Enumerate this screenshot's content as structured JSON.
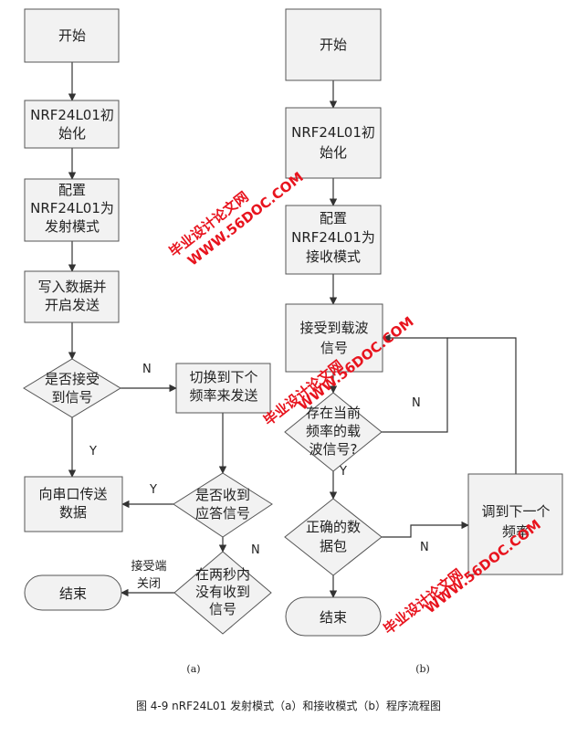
{
  "diagram_a": {
    "start": "开始",
    "init": [
      "NRF24L01初",
      "始化"
    ],
    "config": [
      "配置",
      "NRF24L01为",
      "发射模式"
    ],
    "write": [
      "写入数据并",
      "开启发送"
    ],
    "decision_received": [
      "是否接受",
      "到信号"
    ],
    "switch": [
      "切换到下个",
      "频率来发送"
    ],
    "serial": [
      "向串口传送",
      "数据"
    ],
    "decision_ack": [
      "是否收到",
      "应答信号"
    ],
    "decision_timeout": [
      "在两秒内",
      "没有收到",
      "信号"
    ],
    "end": "结束",
    "label_n1": "N",
    "label_y1": "Y",
    "label_y2": "Y",
    "label_n2": "N",
    "receiver_closed": [
      "接受端",
      "关闭"
    ],
    "sublabel": "(a)"
  },
  "diagram_b": {
    "start": "开始",
    "init": [
      "NRF24L01初",
      "始化"
    ],
    "config": [
      "配置",
      "NRF24L01为",
      "接收模式"
    ],
    "receive": [
      "接受到载波",
      "信号"
    ],
    "decision_carrier": [
      "存在当前",
      "频率的载",
      "波信号?"
    ],
    "decision_packet": [
      "正确的数",
      "据包"
    ],
    "tune": [
      "调到下一个",
      "频率"
    ],
    "end": "结束",
    "label_n1": "N",
    "label_y": "Y",
    "label_n2": "N",
    "sublabel": "(b)"
  },
  "caption": "图 4-9 nRF24L01 发射模式（a）和接收模式（b）程序流程图",
  "watermark": {
    "line1": "毕业设计论文网",
    "line2": "WWW.56DOC.COM",
    "color": "#e8141e"
  },
  "colors": {
    "box_fill": "#f2f2f2",
    "stroke": "#555555",
    "line": "#333333"
  }
}
